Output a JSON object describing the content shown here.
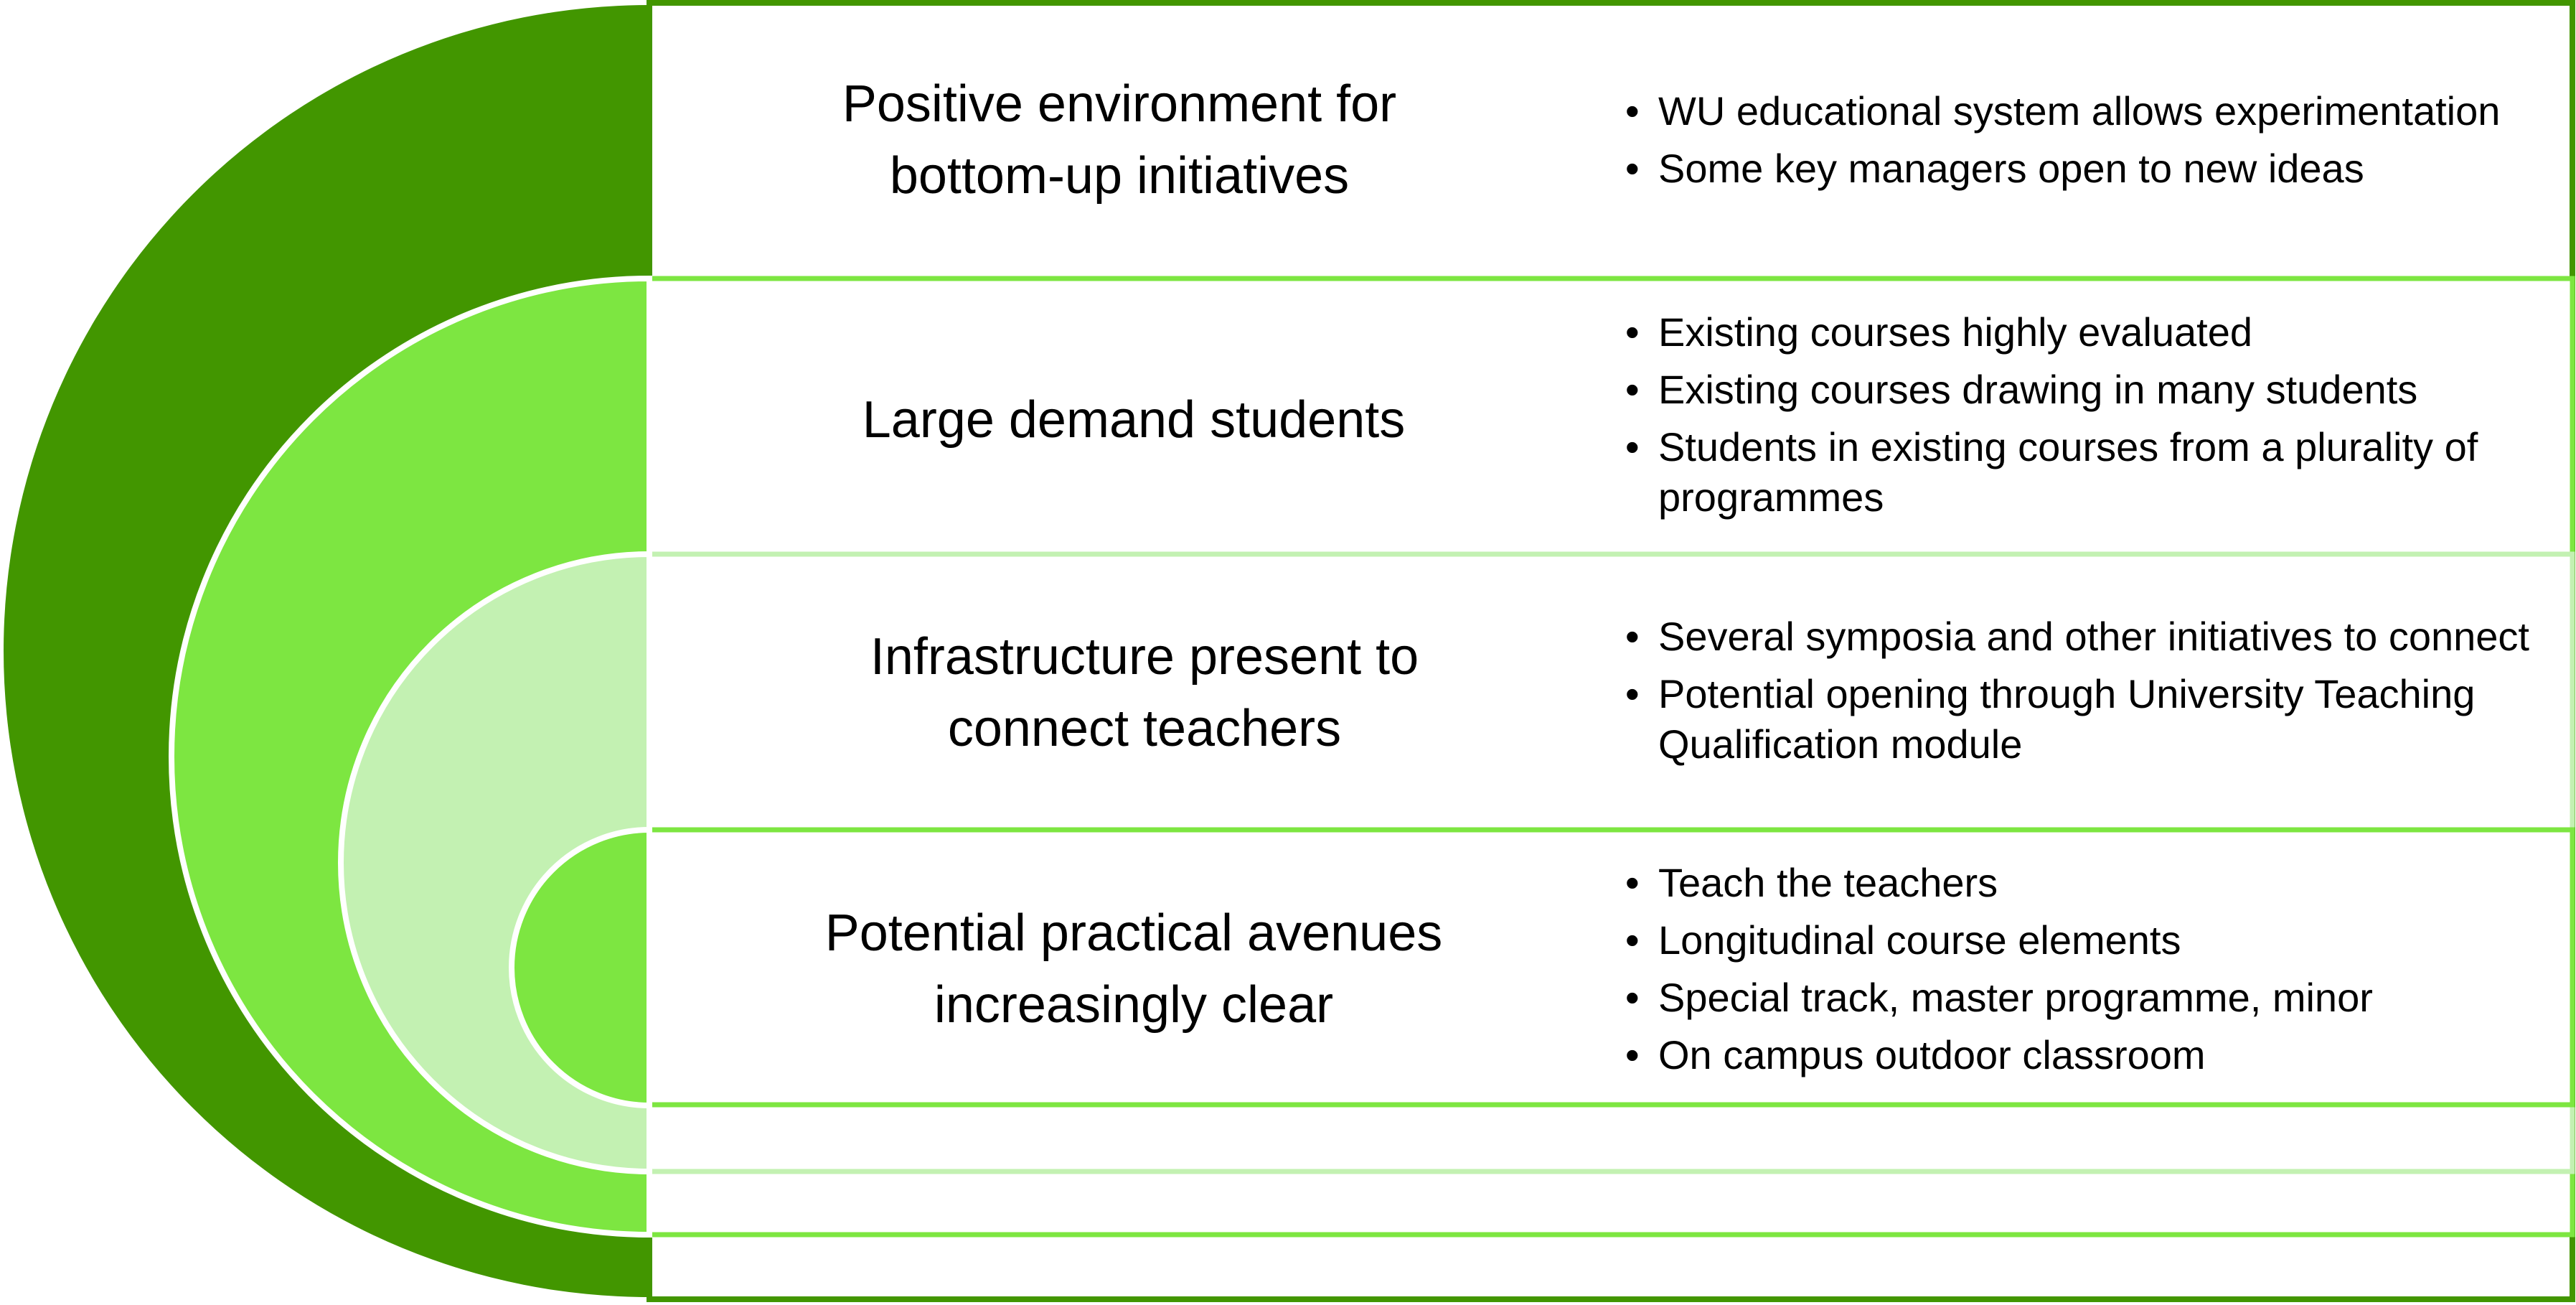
{
  "colors": {
    "dark_green": "#429600",
    "bright_green": "#7de641",
    "pale_green": "#c3f1b2",
    "outline_white": "#ffffff",
    "box_fill": "#ffffff",
    "text": "#000000"
  },
  "layers": [
    {
      "heading": "Positive environment for\nbottom-up initiatives",
      "bullets": [
        "WU educational system allows experimentation",
        "Some key managers open to new ideas"
      ]
    },
    {
      "heading": "Large demand students",
      "bullets": [
        "Existing courses highly evaluated",
        "Existing courses drawing in many students",
        "Students in existing courses from a plurality of programmes"
      ]
    },
    {
      "heading": "Infrastructure present to\nconnect teachers",
      "bullets": [
        "Several symposia and other initiatives to connect",
        "Potential opening through University Teaching Qualification module"
      ]
    },
    {
      "heading": "Potential practical avenues\nincreasingly clear",
      "bullets": [
        "Teach the teachers",
        "Longitudinal course elements",
        "Special track, master programme, minor",
        "On campus outdoor classroom"
      ]
    }
  ]
}
